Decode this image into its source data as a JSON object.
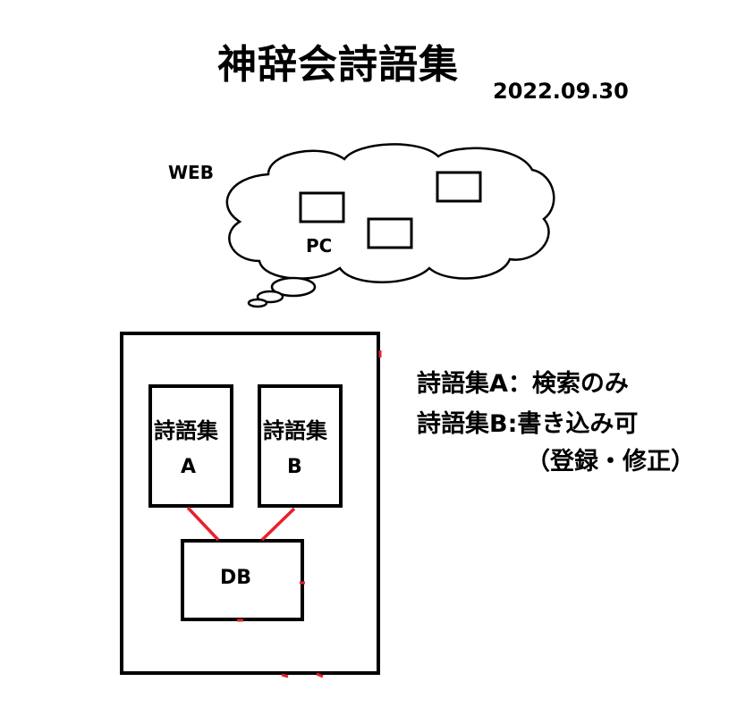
{
  "title": "神辞会詩語集",
  "date": "2022.09.30",
  "cloud": {
    "label": "WEB",
    "pc_label": "PC"
  },
  "server": {
    "box_a": {
      "line1": "詩語集",
      "line2": "A"
    },
    "box_b": {
      "line1": "詩語集",
      "line2": "B"
    },
    "db": "DB"
  },
  "legend": {
    "line1": "詩語集A：検索のみ",
    "line2": "詩語集B:書き込み可",
    "line3": "（登録・修正）"
  },
  "colors": {
    "stroke": "#000000",
    "connector": "#e8202a"
  }
}
